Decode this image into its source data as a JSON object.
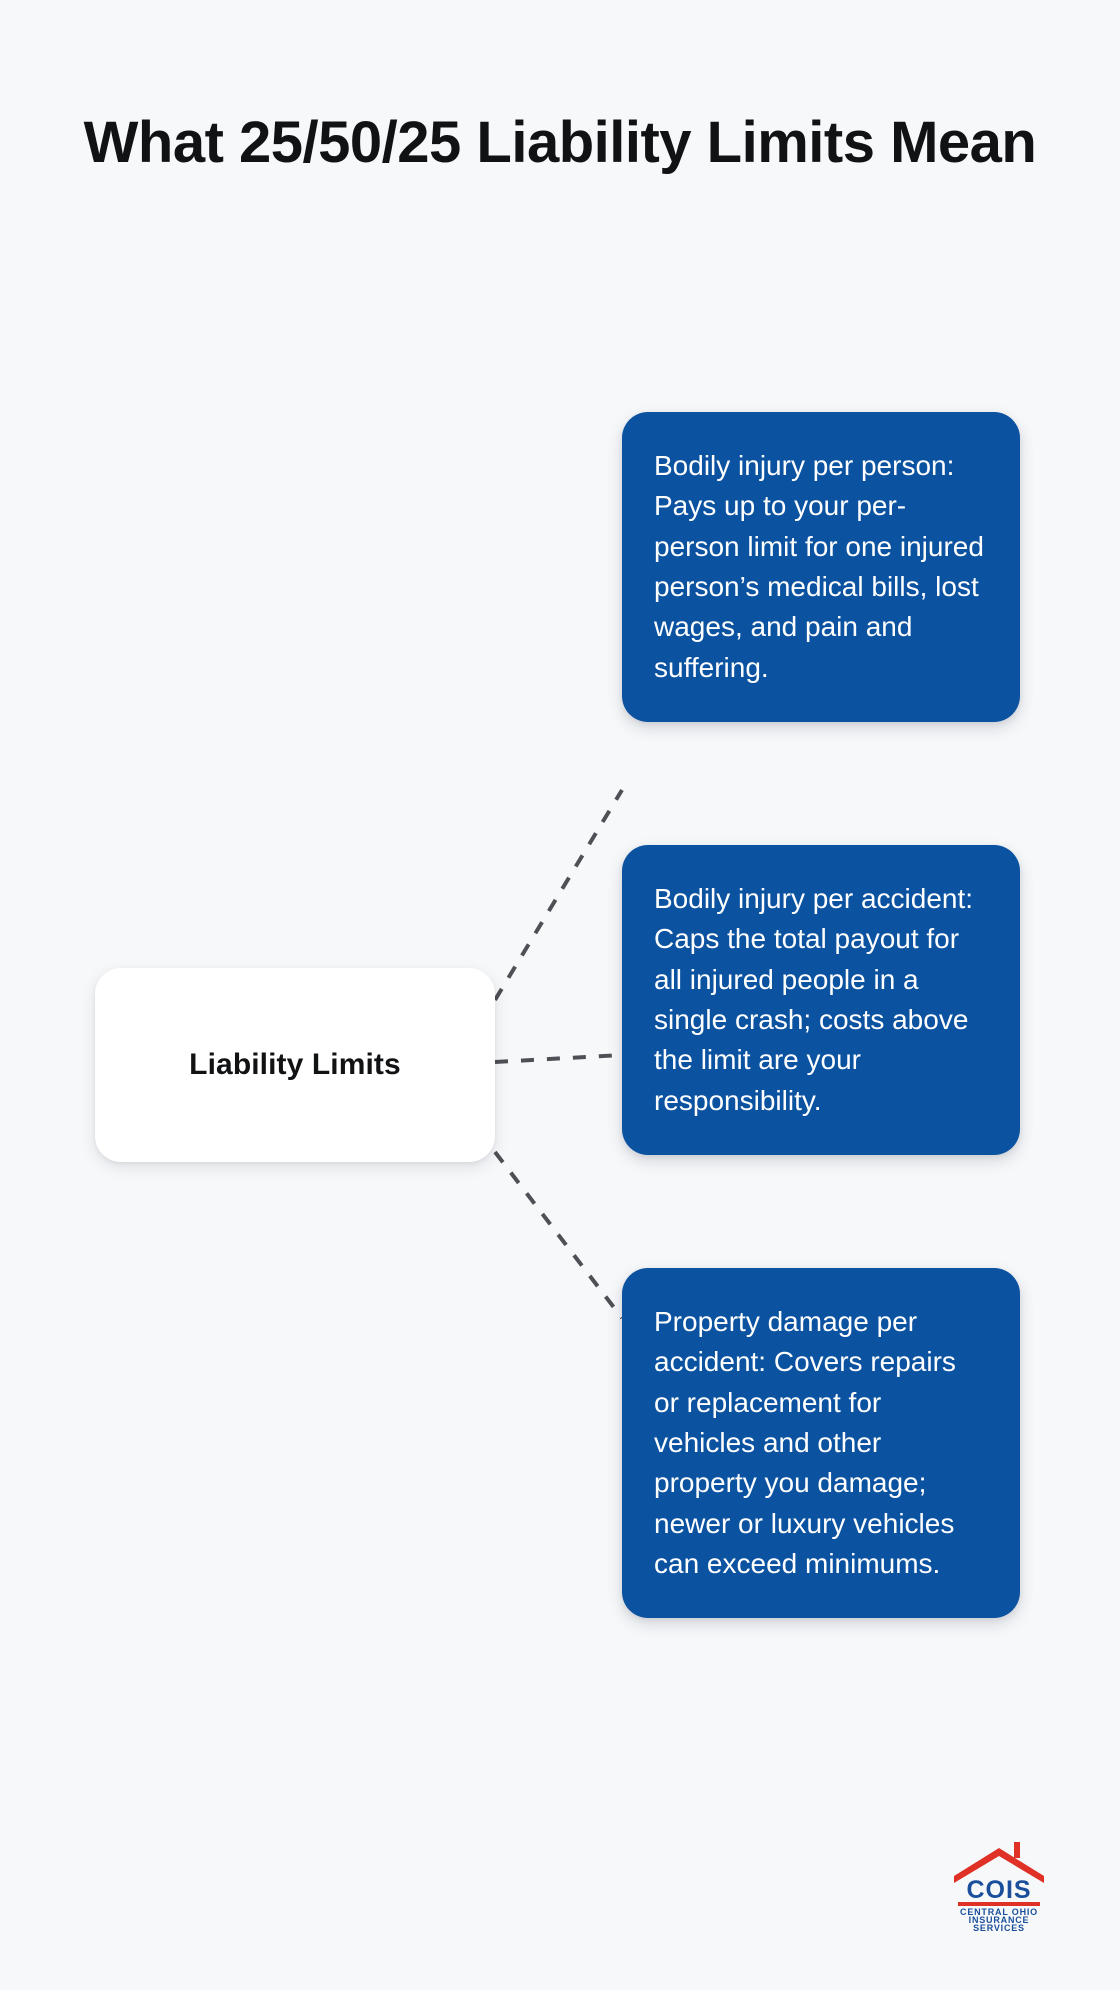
{
  "page": {
    "title": "What 25/50/25 Liability Limits Mean",
    "background_color": "#f6f8fa",
    "accent_color": "#0b52a0",
    "text_color_dark": "#111214",
    "text_color_light": "#ffffff",
    "connector_color": "#4d5155"
  },
  "diagram": {
    "type": "mind-map",
    "root": {
      "label": "Liability Limits"
    },
    "branches": [
      {
        "id": "bodily-injury-per-person",
        "text": "Bodily injury per person: Pays up to your per-person limit for one injured person’s medical bills, lost wages, and pain and suffering."
      },
      {
        "id": "bodily-injury-per-accident",
        "text": "Bodily injury per accident: Caps the total payout for all injured people in a single crash; costs above the limit are your responsibility."
      },
      {
        "id": "property-damage-per-accident",
        "text": "Property damage per accident: Covers repairs or replacement for vehicles and other property you damage; newer or luxury vehicles can exceed minimums."
      }
    ]
  },
  "logo": {
    "name": "cois-logo",
    "monogram": "COIS",
    "line1": "CENTRAL OHIO",
    "line2": "INSURANCE",
    "line3": "SERVICES",
    "roof_color": "#e03127",
    "text_color": "#1b4f9c"
  }
}
